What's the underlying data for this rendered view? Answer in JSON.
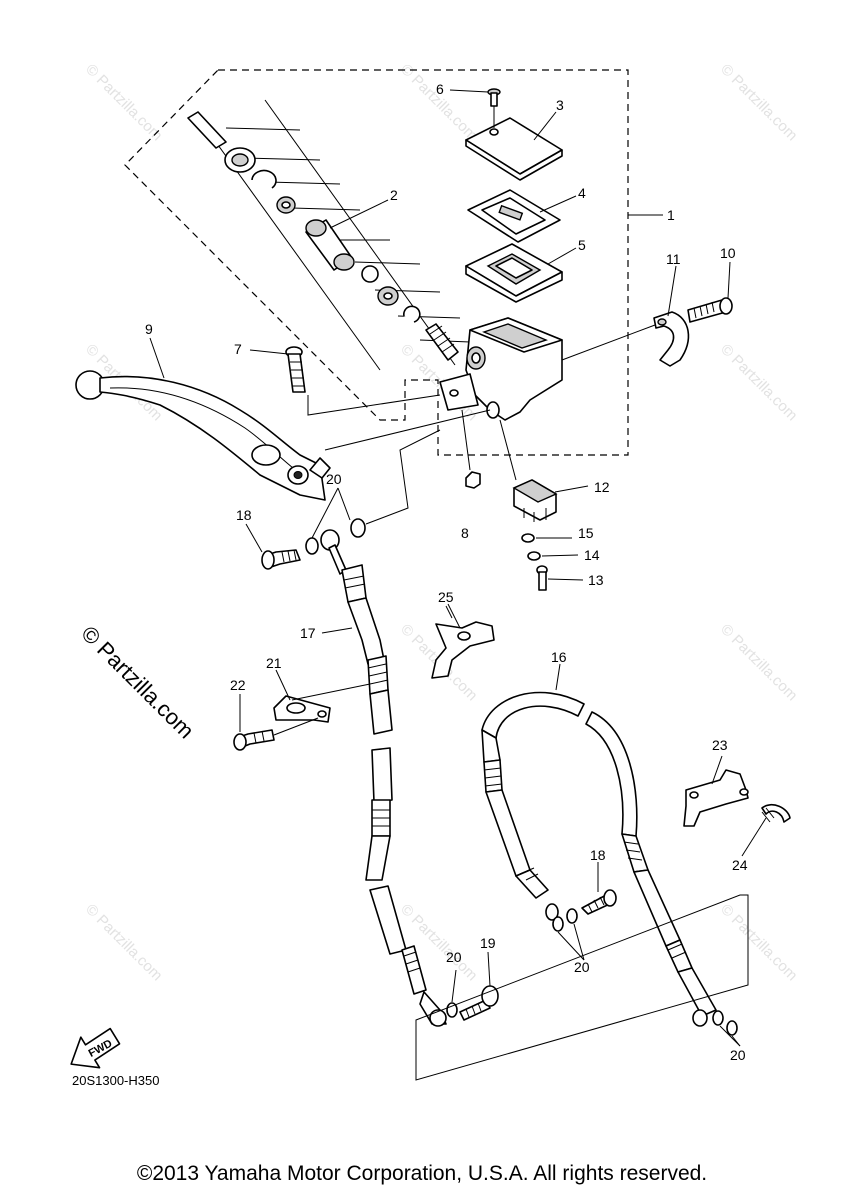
{
  "diagram": {
    "drawing_code": "20S1300-H350",
    "copyright": "©2013 Yamaha Motor Corporation, U.S.A. All rights reserved.",
    "watermark": "© Partzilla.com",
    "fwd_label": "FWD",
    "callouts": {
      "c1": "1",
      "c2": "2",
      "c3": "3",
      "c4": "4",
      "c5": "5",
      "c6": "6",
      "c7": "7",
      "c8": "8",
      "c9": "9",
      "c10": "10",
      "c11": "11",
      "c12": "12",
      "c13": "13",
      "c14": "14",
      "c15": "15",
      "c16": "16",
      "c17": "17",
      "c18a": "18",
      "c18b": "18",
      "c19": "19",
      "c20a": "20",
      "c20b": "20",
      "c20c": "20",
      "c20d": "20",
      "c21": "21",
      "c22": "22",
      "c23": "23",
      "c24": "24",
      "c25": "25"
    }
  }
}
